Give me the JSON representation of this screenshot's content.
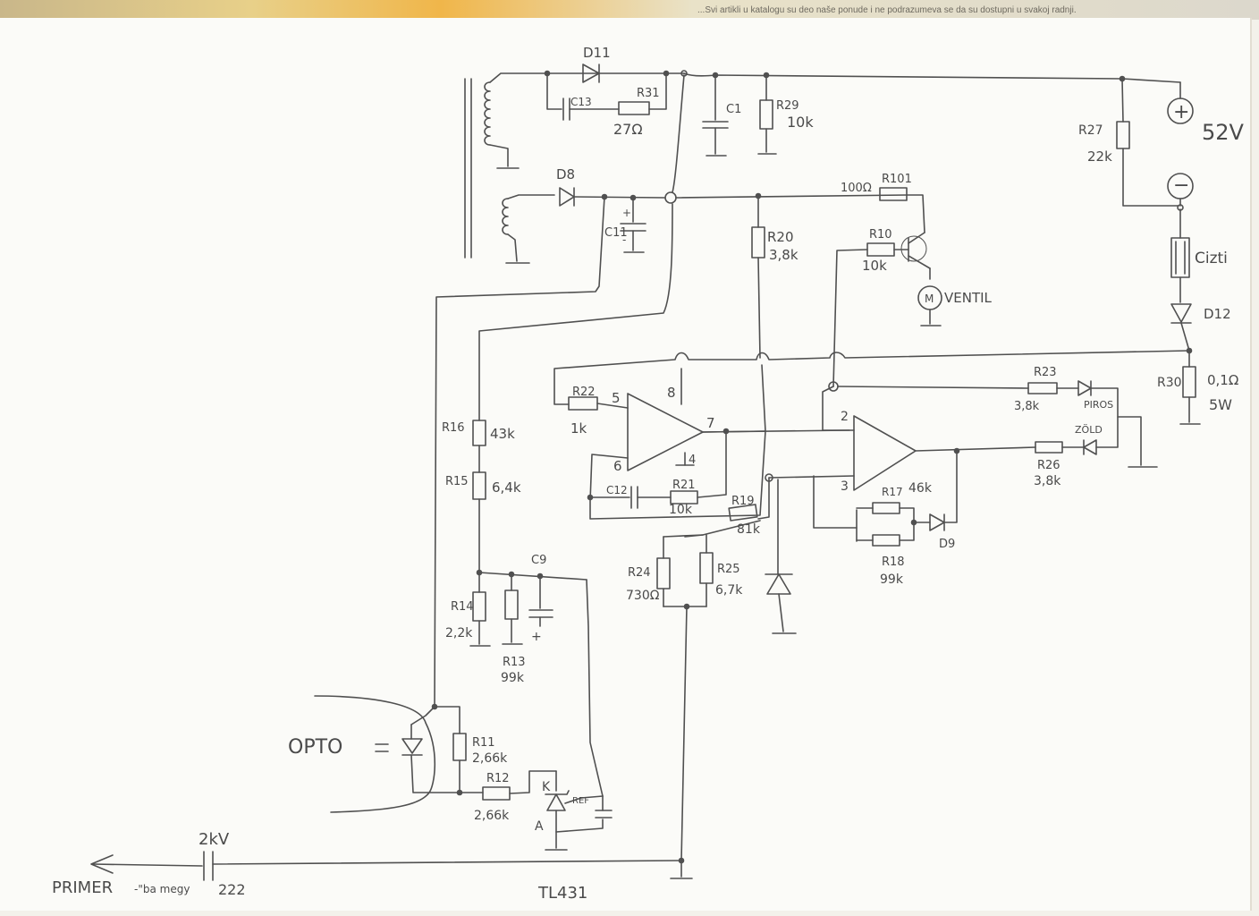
{
  "header_strip_text": "...Svi artikli u katalogu su deo naše ponude i ne podrazumeva se da su dostupni u svakoj radnji.",
  "ink_color": "#4d4d4d",
  "labels": {
    "d11": "D11",
    "c13": "C13",
    "r31": "R31",
    "r31_val": "27Ω",
    "c1": "C1",
    "r29": "R29",
    "r29_val": "10k",
    "r27": "R27",
    "r27_val": "22k",
    "plus": "+",
    "minus": "−",
    "v52": "52V",
    "d8": "D8",
    "c11": "C11",
    "c11_plus": "+",
    "c11_minus": "-",
    "r101_val": "100Ω",
    "r101": "R101",
    "r10": "R10",
    "r10_val": "10k",
    "r20": "R20",
    "r20_val": "3,8k",
    "motor": "M",
    "ventil": "VENTIL",
    "cizti": "Cizti",
    "d12": "D12",
    "r30": "R30",
    "r30_val": "0,1Ω",
    "r30_w": "5W",
    "r22": "R22",
    "r22_val": "1k",
    "pin5": "5",
    "pin8": "8",
    "pin7": "7",
    "pin6": "6",
    "pin4": "4",
    "pin2": "2",
    "pin3": "3",
    "r16": "R16",
    "r16_val": "43k",
    "r15": "R15",
    "r15_val": "6,4k",
    "c12": "C12",
    "r21": "R21",
    "r21_val": "10k",
    "r19": "R19",
    "r19_val": "81k",
    "r23": "R23",
    "r23_val": "3,8k",
    "piros": "PIROS",
    "zold": "ZÖLD",
    "r26": "R26",
    "r26_val": "3,8k",
    "r17": "R17",
    "r17_val": "46k",
    "r18": "R18",
    "r18_val": "99k",
    "d9": "D9",
    "c9": "C9",
    "r14": "R14",
    "r14_val": "2,2k",
    "r13": "R13",
    "r13_val": "99k",
    "c9_plus": "+",
    "r24": "R24",
    "r24_val": "730Ω",
    "r25": "R25",
    "r25_val": "6,7k",
    "opto": "OPTO",
    "r11": "R11",
    "r11_val": "2,66k",
    "r12": "R12",
    "r12_val": "2,66k",
    "tl_k": "K",
    "tl_ref": "REF",
    "tl_a": "A",
    "cap_2kv": "2kV",
    "cap_222": "222",
    "primer": "PRIMER",
    "primer_note": "-\"ba\nmegy",
    "tl431": "TL431"
  }
}
